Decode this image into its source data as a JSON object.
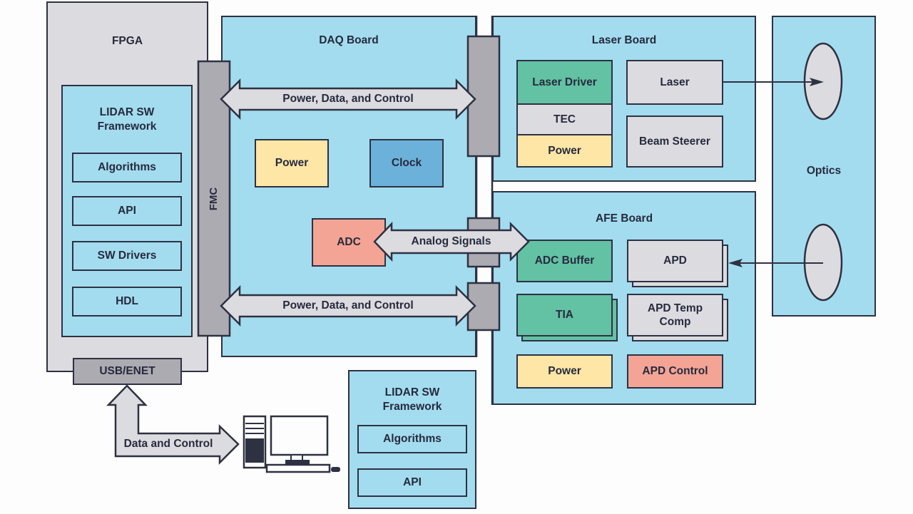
{
  "diagram": {
    "fpga": {
      "title": "FPGA",
      "sw_framework": {
        "title_line1": "LIDAR SW",
        "title_line2": "Framework",
        "items": [
          "Algorithms",
          "API",
          "SW Drivers",
          "HDL"
        ]
      },
      "usb": "USB/ENET"
    },
    "fmc": {
      "label": "FMC"
    },
    "daq_board": {
      "title": "DAQ Board",
      "power": "Power",
      "clock": "Clock",
      "adc": "ADC",
      "top_arrow": "Power, Data, and Control",
      "bottom_arrow": "Power, Data, and Control",
      "analog_arrow": "Analog Signals"
    },
    "laser_board": {
      "title": "Laser Board",
      "laser_driver": "Laser Driver",
      "tec": "TEC",
      "power": "Power",
      "laser": "Laser",
      "beam_steerer": "Beam Steerer"
    },
    "afe_board": {
      "title": "AFE Board",
      "adc_buffer": "ADC Buffer",
      "apd": "APD",
      "tia": "TIA",
      "apd_temp_line1": "APD Temp",
      "apd_temp_line2": "Comp",
      "power": "Power",
      "apd_control": "APD Control"
    },
    "optics": {
      "title": "Optics"
    },
    "host": {
      "data_arrow": "Data and Control",
      "computer_icon": "desktop-computer-icon",
      "sw_framework": {
        "title_line1": "LIDAR SW",
        "title_line2": "Framework",
        "items": [
          "Algorithms",
          "API"
        ]
      }
    },
    "colors": {
      "board_blue": "#a3dcef",
      "fpga_gray": "#dcdbdf",
      "connector_gray": "#acabb1",
      "green": "#63c1a4",
      "yellow": "#fde6a6",
      "salmon": "#f4a495",
      "clock_blue": "#6cb1da",
      "outline": "#2e3142"
    }
  }
}
